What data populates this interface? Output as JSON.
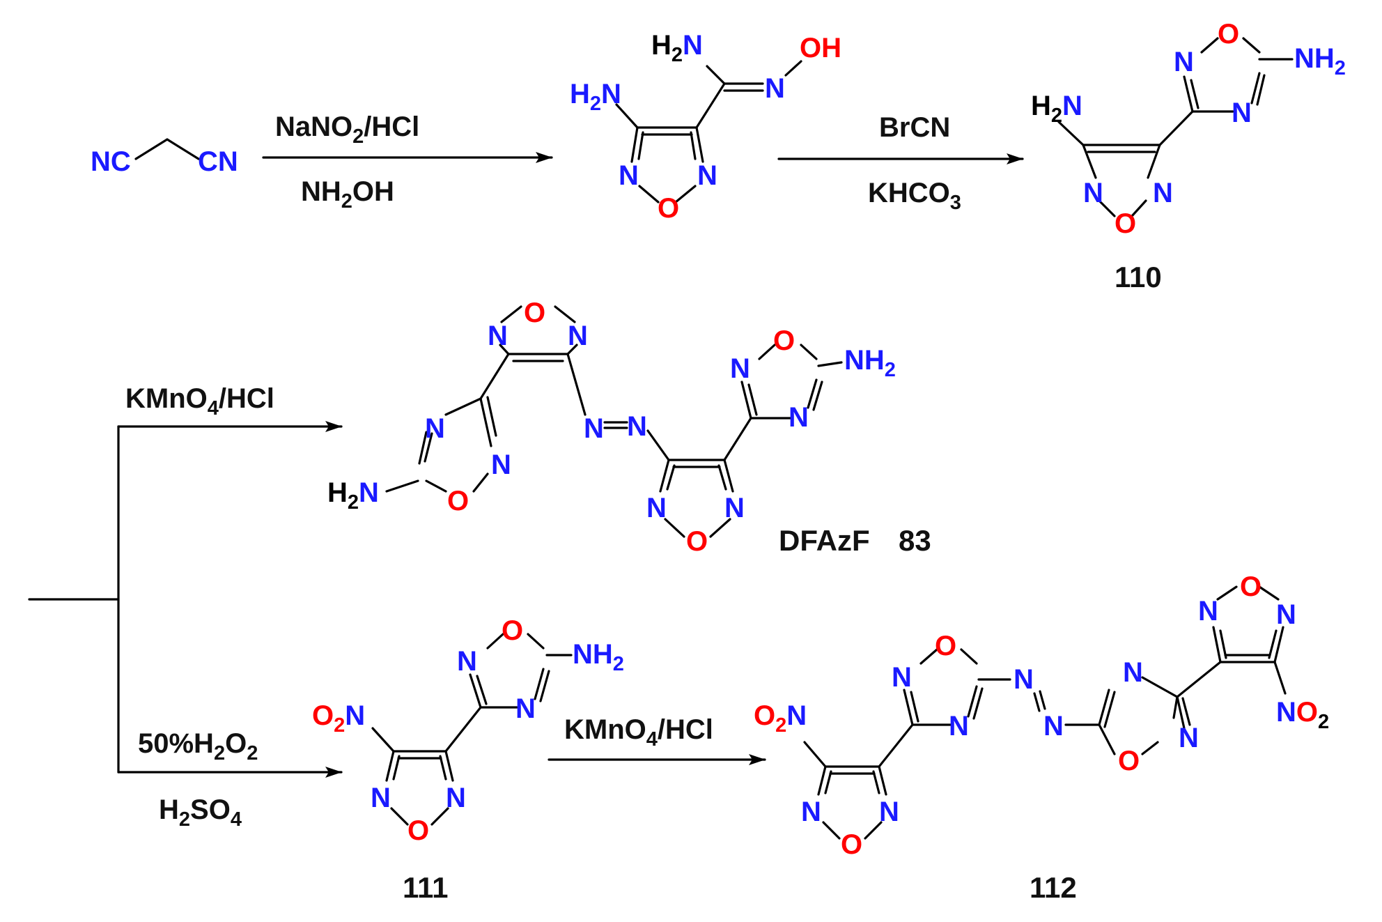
{
  "colors": {
    "nitrogen": "#1a1aff",
    "oxygen": "#ff0000",
    "carbon_group": "#000000",
    "bond": "#000000"
  },
  "reagents": {
    "step1_top": [
      "NaNO",
      "2",
      "/HCl"
    ],
    "step1_bottom": [
      "NH",
      "2",
      "OH"
    ],
    "step2_top": "BrCN",
    "step2_bottom": [
      "KHCO",
      "3"
    ],
    "step3_top": [
      "KMnO",
      "4",
      "/HCl"
    ],
    "step4_top": [
      "50%H",
      "2",
      "O",
      "2"
    ],
    "step4_bottom": [
      "H",
      "2",
      "SO",
      "4"
    ],
    "step5_top": [
      "KMnO",
      "4",
      "/HCl"
    ]
  },
  "labels": {
    "c110": "110",
    "c83_name": "DFAzF",
    "c83": "83",
    "c111": "111",
    "c112": "112"
  },
  "atoms": {
    "N": "N",
    "O": "O",
    "NC": "NC",
    "CN": "CN",
    "OH": "OH",
    "H2N_H": "H",
    "H2N_2": "2",
    "H2N_N": "N",
    "NH2_NH": "NH",
    "NH2_2": "2",
    "O2N_O": "O",
    "O2N_2": "2",
    "O2N_N": "N",
    "NO2_N": "N",
    "NO2_O": "O",
    "NO2_2": "2"
  }
}
